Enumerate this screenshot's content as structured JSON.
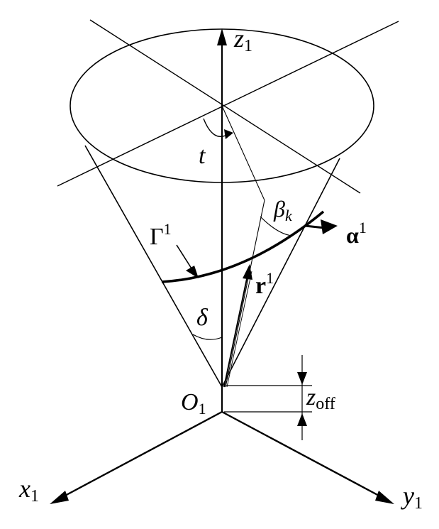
{
  "labels": {
    "z_axis": {
      "base": "z",
      "sub": "1"
    },
    "x_axis": {
      "base": "x",
      "sub": "1"
    },
    "y_axis": {
      "base": "y",
      "sub": "1"
    },
    "origin": {
      "base": "O",
      "sub": "1"
    },
    "t": "t",
    "beta": {
      "base": "β",
      "sub": "k"
    },
    "alpha_vector": {
      "base": "α",
      "sup": "1"
    },
    "gamma": {
      "base": "Γ",
      "sup": "1"
    },
    "r_vector": {
      "base": "r",
      "sup": "1"
    },
    "delta": "δ",
    "z_off": {
      "base": "z",
      "sub": "off"
    }
  },
  "colors": {
    "ink": "#000000",
    "background": "#ffffff"
  }
}
